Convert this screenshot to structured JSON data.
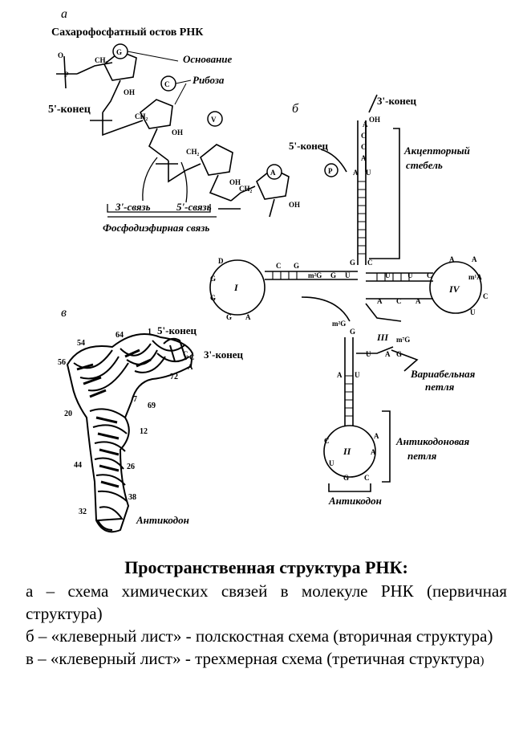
{
  "panels": {
    "a": {
      "letter": "а",
      "header": "Сахарофосфатный остов РНК",
      "base_label": "Основание",
      "ribose_label": "Рибоза",
      "end5": "5'-конец",
      "bond3": "3'-связь",
      "bond5": "5'-связь",
      "phosphodiester": "Фосфодиэфирная связь",
      "bases": [
        "G",
        "C",
        "V",
        "A"
      ],
      "oh": "OH",
      "ch2": "CH₂",
      "p": "P",
      "o": "O"
    },
    "b": {
      "letter": "б",
      "end3": "3'-конец",
      "end3_oh": "OH",
      "end5": "5'-конец",
      "phosphate": "P",
      "acceptor_stem": [
        "Акцепторный",
        "стебель"
      ],
      "variable_loop": [
        "Вариабельная",
        "петля"
      ],
      "anticodon_loop": [
        "Антикодоновая",
        "петля"
      ],
      "anticodon": "Антикодон",
      "loop_numerals": [
        "I",
        "II",
        "III",
        "IV"
      ],
      "modified": [
        "m²G",
        "m¹A",
        "m⁷G",
        "m²G"
      ]
    },
    "c": {
      "letter": "в",
      "end5": "5'-конец",
      "end3": "3'-конец",
      "anticodon": "Антикодон",
      "nt_numbers": [
        "1",
        "54",
        "64",
        "56",
        "72",
        "69",
        "7",
        "20",
        "12",
        "44",
        "26",
        "38",
        "32"
      ],
      "cca": [
        "C",
        "C",
        "A"
      ]
    }
  },
  "caption": {
    "title": "Пространственная структура РНК:",
    "line_a": "а – схема химических связей в молекуле РНК (первичная структура)",
    "line_b": "б – «клеверный лист» - полскостная схема (вторичная структура)",
    "line_c_main": "в – «клеверный лист» - трехмерная схема (третичная структура",
    "line_c_end": ")"
  }
}
